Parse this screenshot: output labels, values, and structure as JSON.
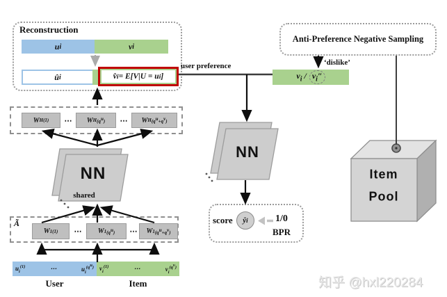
{
  "colors": {
    "user_blue": "#9DC3E6",
    "item_green": "#A9D18E",
    "weight_gray": "#BFBFBF",
    "highlight_red": "#C00000"
  },
  "reconstruction": {
    "title": "Reconstruction",
    "user_vec": "u_{i}",
    "item_vec": "v_{i}",
    "user_recon": "û_{i}",
    "item_pref_formula": "v̂_{i} = E[V|U = u_{i}]"
  },
  "labels": {
    "user_preference": "user preference",
    "dislike": "‘dislike’",
    "shared": "shared",
    "dots": "⋯"
  },
  "decoder_weights": {
    "w1": "W_{H}^{(1)}",
    "w2": "W_{H}^{(q^{u})}",
    "w3": "W_{H}^{(q^{u}+q^{v})}"
  },
  "shared_nn": {
    "label": "NN"
  },
  "adjacency": {
    "matrix": "Ã",
    "w1": "W_{1}^{(1)}",
    "w2": "W_{1}^{(q^{u})}",
    "w3": "W_{1}^{(q^{u}+q^{v})}"
  },
  "input_bar": {
    "user_cells": [
      "u_{i}^{(1)}",
      "⋯",
      "u_{i}^{(q^{u})}"
    ],
    "item_cells": [
      "v_{i}^{(1)}",
      "⋯",
      "v_{i}^{(q^{v})}"
    ],
    "user_label": "User",
    "item_label": "Item"
  },
  "predictor": {
    "nn_label": "NN",
    "score_label": "score",
    "score_var": "ŷ_{i}",
    "target": "1/0",
    "loss": "BPR"
  },
  "negative_sampling": {
    "title": "Anti-Preference Negative Sampling",
    "pos_item": "v_{i} /",
    "neg_item": "v_{i}″"
  },
  "item_pool": {
    "line1": "Item",
    "line2": "Pool"
  },
  "watermark": "知乎 @hxl220284"
}
